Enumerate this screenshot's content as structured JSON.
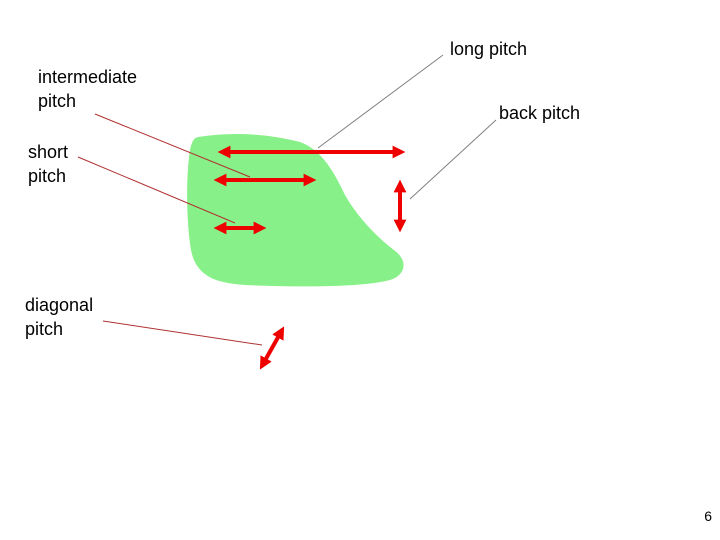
{
  "labels": {
    "intermediate_line1": "intermediate",
    "intermediate_line2": "pitch",
    "short_line1": "short",
    "short_line2": "pitch",
    "diagonal_line1": "diagonal",
    "diagonal_line2": "pitch",
    "long": "long pitch",
    "back": "back pitch"
  },
  "slide_number": "6",
  "colors": {
    "blob_fill": "#88f088",
    "arrow": "#ee0000",
    "leader_line": "#b03030"
  }
}
